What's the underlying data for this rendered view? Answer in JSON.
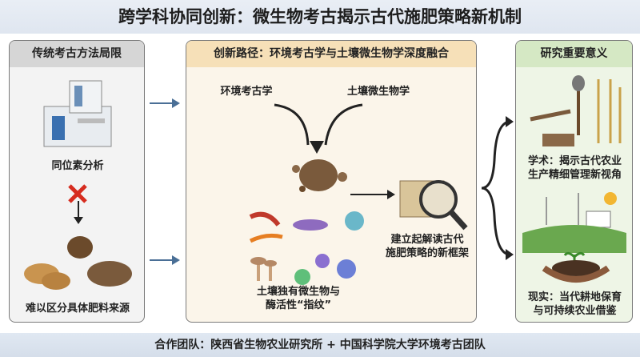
{
  "title": "跨学科协同创新：微生物考古揭示古代施肥策略新机制",
  "left": {
    "header": "传统考古方法局限",
    "isotope_label": "同位素分析",
    "bottom_label": "难以区分具体肥料来源"
  },
  "middle": {
    "header": "创新路径：环境考古学与土壤微生物学深度融合",
    "input_a": "环境考古学",
    "input_b": "土壤微生物学",
    "microbe_label_1": "土壤独有微生物与",
    "microbe_label_2": "酶活性“指纹”",
    "result_1": "建立起解读古代",
    "result_2": "施肥策略的新框架"
  },
  "right": {
    "header": "研究重要意义",
    "academic_1": "学术：揭示古代农业",
    "academic_2": "生产精细管理新视角",
    "practical_1": "现实：当代耕地保育",
    "practical_2": "与可持续农业借鉴"
  },
  "footer": "合作团队：陕西省生物农业研究所 + 中国科学院大学环境考古团队",
  "colors": {
    "arrow": "#4a6f96",
    "cross": "#d62c1f"
  }
}
